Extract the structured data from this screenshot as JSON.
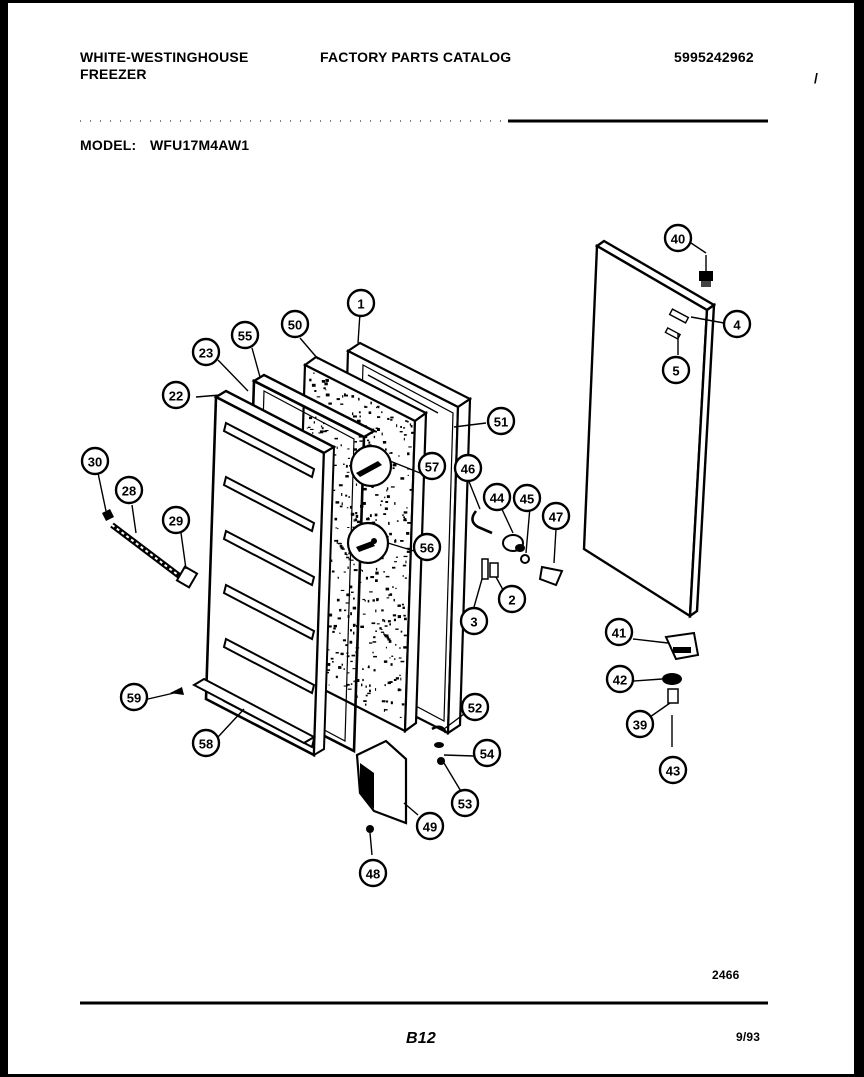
{
  "header": {
    "brand_line1": "WHITE-WESTINGHOUSE",
    "brand_line2": "FREEZER",
    "catalog_title": "FACTORY PARTS CATALOG",
    "catalog_number": "5995242962"
  },
  "model": {
    "label": "MODEL:",
    "value": "WFU17M4AW1"
  },
  "callouts": [
    "40",
    "4",
    "5",
    "1",
    "50",
    "55",
    "23",
    "22",
    "51",
    "57",
    "46",
    "44",
    "45",
    "47",
    "30",
    "28",
    "29",
    "56",
    "2",
    "3",
    "41",
    "42",
    "39",
    "43",
    "59",
    "58",
    "52",
    "54",
    "53",
    "49",
    "48"
  ],
  "footer": {
    "drawing_id": "2466",
    "page_code": "B12",
    "date": "9/93"
  }
}
